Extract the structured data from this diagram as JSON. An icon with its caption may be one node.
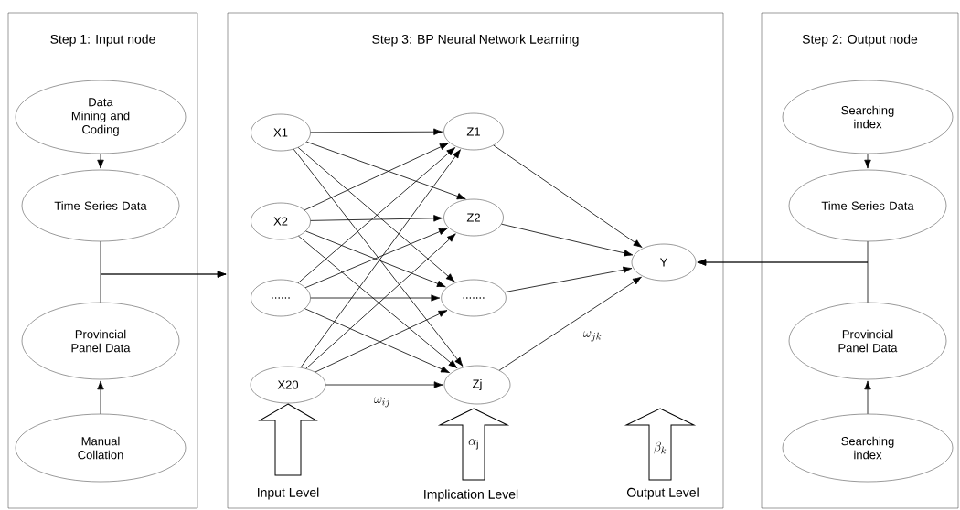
{
  "diagram": {
    "nodes": [
      {
        "text": [
          "Step 1: Input node"
        ]
      },
      {
        "text": [
          "Data Mining and Coding"
        ],
        "in": 0
      },
      {
        "text": [
          "Time Series Data"
        ],
        "in": 0
      },
      {
        "text": [
          "Provincial Panel Data"
        ],
        "in": 0
      },
      {
        "text": [
          "Manual Collation"
        ],
        "in": 0
      },
      {
        "text": [
          "Step 3: BP Neural Network Learning"
        ]
      },
      {
        "text": [
          "X1"
        ],
        "in": 5
      },
      {
        "text": [
          "X2"
        ],
        "in": 5
      },
      {
        "text": [
          "......"
        ],
        "in": 5
      },
      {
        "text": [
          "X20"
        ],
        "in": 5
      },
      {
        "text": [
          "Z1"
        ],
        "in": 5
      },
      {
        "text": [
          "Z2"
        ],
        "in": 5
      },
      {
        "text": [
          "......."
        ],
        "in": 5
      },
      {
        "text": [
          "Zj"
        ],
        "in": 5
      },
      {
        "text": [
          "Y"
        ],
        "in": 5
      },
      {
        "text": [
          "Step 2: Output node"
        ]
      },
      {
        "text": [
          "Searching index"
        ],
        "in": 15
      },
      {
        "text": [
          "Time Series Data"
        ],
        "in": 15
      },
      {
        "text": [
          "Provincial Panel Data"
        ],
        "in": 15
      },
      {
        "text": [
          "Searching index"
        ],
        "in": 15
      }
    ],
    "edges": [
      {
        "from": 1,
        "to": 2,
        "arrow": "to"
      },
      {
        "from": 4,
        "to": 3,
        "arrow": "to"
      },
      {
        "from": 2,
        "to": 5,
        "arrow": "to"
      },
      {
        "from": 3,
        "to": 5,
        "arrow": "to"
      },
      {
        "from": 16,
        "to": 17,
        "arrow": "to"
      },
      {
        "from": 19,
        "to": 18,
        "arrow": "to"
      },
      {
        "from": 17,
        "to": 14,
        "arrow": "to"
      },
      {
        "from": 18,
        "to": 14,
        "arrow": "to"
      },
      {
        "from": 6,
        "to": 10,
        "arrow": "to"
      },
      {
        "from": 6,
        "to": 11,
        "arrow": "to"
      },
      {
        "from": 6,
        "to": 12,
        "arrow": "to"
      },
      {
        "from": 6,
        "to": 13,
        "arrow": "to"
      },
      {
        "from": 7,
        "to": 10,
        "arrow": "to"
      },
      {
        "from": 7,
        "to": 11,
        "arrow": "to"
      },
      {
        "from": 7,
        "to": 12,
        "arrow": "to"
      },
      {
        "from": 7,
        "to": 13,
        "arrow": "to"
      },
      {
        "from": 8,
        "to": 10,
        "arrow": "to"
      },
      {
        "from": 8,
        "to": 11,
        "arrow": "to"
      },
      {
        "from": 8,
        "to": 12,
        "arrow": "to"
      },
      {
        "from": 8,
        "to": 13,
        "arrow": "to"
      },
      {
        "from": 9,
        "to": 10,
        "arrow": "to"
      },
      {
        "from": 9,
        "to": 11,
        "arrow": "to"
      },
      {
        "from": 9,
        "to": 12,
        "arrow": "to"
      },
      {
        "from": 9,
        "to": 13,
        "arrow": "to"
      },
      {
        "from": 10,
        "to": 14,
        "arrow": "to"
      },
      {
        "from": 11,
        "to": 14,
        "arrow": "to"
      },
      {
        "from": 12,
        "to": 14,
        "arrow": "to"
      },
      {
        "from": 13,
        "to": 14,
        "arrow": "to"
      }
    ],
    "labels": [
      "\\omega_{jk}",
      "\\omega_{ij}",
      "\\alpha_\\mathrm{j}",
      "\\beta_{k}",
      "Input Level",
      "Implication Level",
      "Output Level"
    ]
  }
}
